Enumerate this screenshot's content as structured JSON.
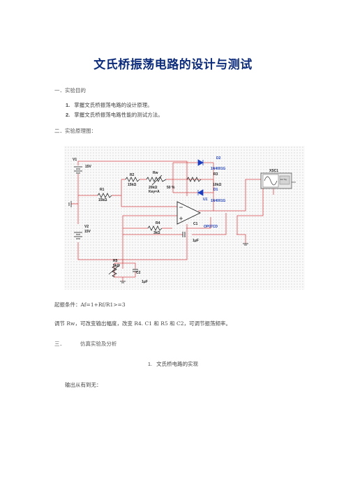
{
  "title": "文氏桥振荡电路的设计与测试",
  "sections": {
    "s1": "一．实验目的",
    "s2": "二．实验原理图：",
    "s3_num": "三．",
    "s3_text": "仿真实验及分析"
  },
  "objectives": [
    {
      "num": "1.",
      "text": "掌握文氏桥振荡电路的设计原理。"
    },
    {
      "num": "2.",
      "text": "掌握文氏桥振荡电路性能的测试方法。"
    }
  ],
  "circuit": {
    "V1": "V1",
    "V1_val": "15V",
    "V2": "V2",
    "V2_val": "15V",
    "R1": "R1",
    "R1_val": "15kΩ",
    "R2": "R2",
    "R2_val": "15kΩ",
    "Rw": "Rw",
    "Rw_val": "20kΩ",
    "Rw_pct": "50 %",
    "Rw_key": "Key=A",
    "R3": "R3",
    "R3_val": "10kΩ",
    "R4": "R4",
    "R4_val": "3kΩ",
    "R5": "R5",
    "R5_val": "5kΩ",
    "C1": "C1",
    "C1_val": "1μF",
    "C2": "C2",
    "C2_val": "1μF",
    "D1": "D1",
    "D1_val": "1N4001G",
    "D2": "D2",
    "D2_val": "1N4001G",
    "U1": "U1",
    "U1_val": "OP07CD",
    "XSC1": "XSC1",
    "ext": "Ext Trig"
  },
  "condition": "起振条件：Af=1+Rf/R1>=3",
  "adjust": "调节 Rw，可改变输出幅度，改变 R4. C1 和 R5 和 C2，可调节振荡频率。",
  "subsection": {
    "num": "1.",
    "text": "文氏桥电路的实现"
  },
  "output_text": "输出从有到无："
}
